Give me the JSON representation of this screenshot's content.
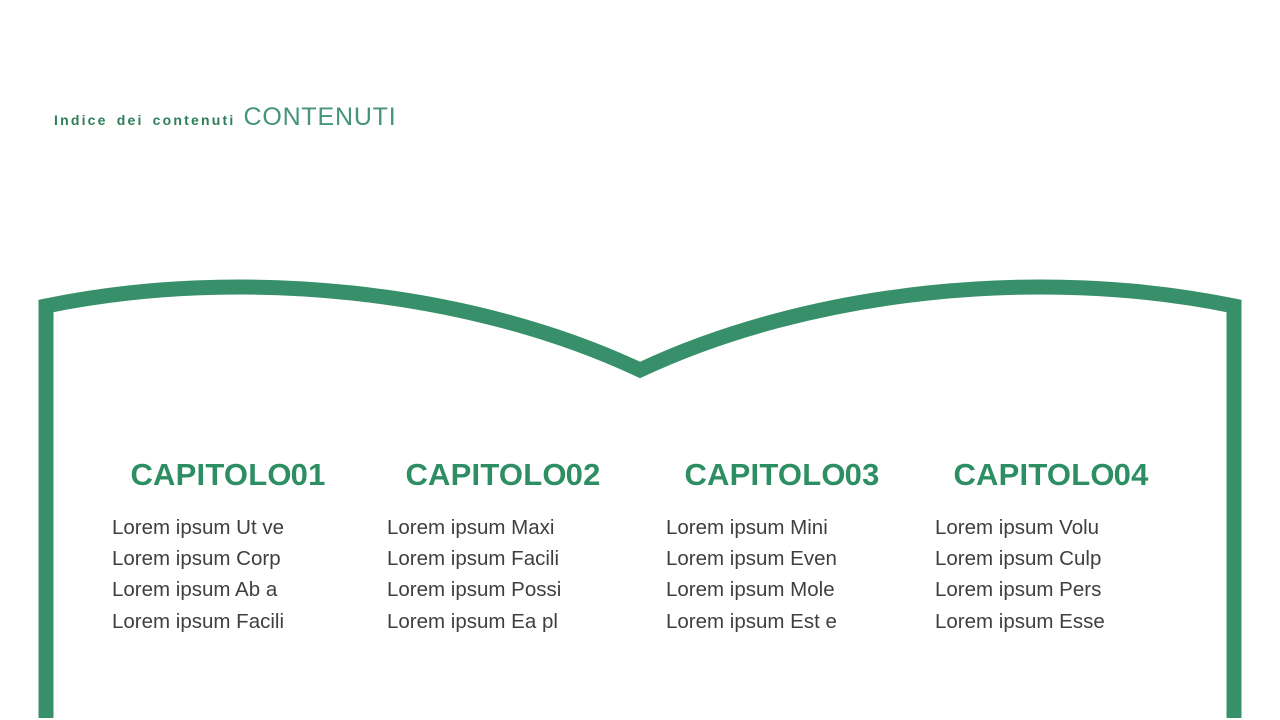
{
  "header": {
    "eyebrow": "Indice dei contenuti",
    "title": "CONTENUTI"
  },
  "graphic": {
    "icon": "open-book-outline",
    "stroke_color": "#37906a"
  },
  "colors": {
    "accent_green": "#37906a",
    "heading_green": "#2e8e63",
    "eyebrow_green": "#2b7e58",
    "title_green": "#459578",
    "body_text": "#3f3f3f",
    "background": "#ffffff"
  },
  "columns": [
    {
      "heading": "CAPITOLO",
      "number": "01",
      "items": [
        "Lorem ipsum Ut ve",
        "Lorem ipsum Corp",
        "Lorem ipsum Ab a",
        "Lorem ipsum Facili"
      ]
    },
    {
      "heading": "CAPITOLO",
      "number": "02",
      "items": [
        "Lorem ipsum Maxi",
        "Lorem ipsum Facili",
        "Lorem ipsum Possi",
        "Lorem ipsum Ea pl"
      ]
    },
    {
      "heading": "CAPITOLO",
      "number": "03",
      "items": [
        "Lorem ipsum Mini",
        "Lorem ipsum Even",
        "Lorem ipsum Mole",
        "Lorem ipsum Est e"
      ]
    },
    {
      "heading": "CAPITOLO",
      "number": "04",
      "items": [
        "Lorem ipsum Volu",
        "Lorem ipsum Culp",
        "Lorem ipsum Pers",
        "Lorem ipsum Esse"
      ]
    }
  ]
}
